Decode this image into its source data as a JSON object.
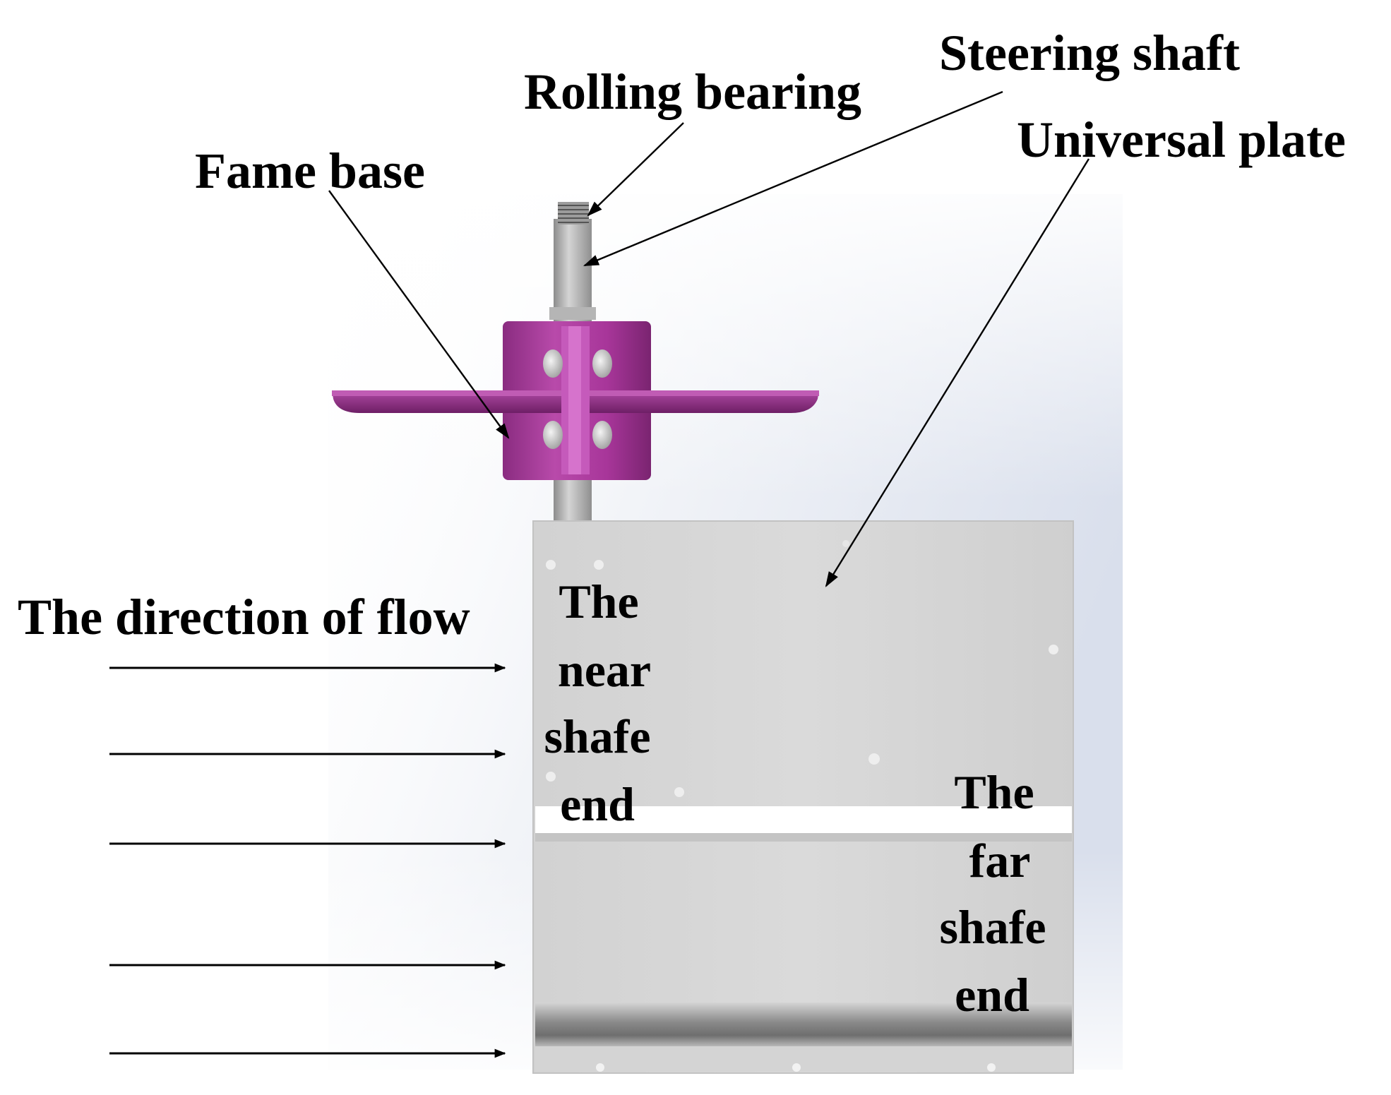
{
  "labels": {
    "rolling_bearing": "Rolling bearing",
    "steering_shaft": "Steering shaft",
    "universal_plate": "Universal plate",
    "frame_base": "Fame base",
    "flow_direction": "The direction of flow",
    "near_end": [
      "The",
      "near",
      "shafe",
      "end"
    ],
    "far_end": [
      "The",
      "far",
      "shafe",
      "end"
    ]
  },
  "colors": {
    "frame_base": "#a8329c",
    "plate": "#d6d6d6",
    "shaft": "#a9a9a9",
    "background_glow": "#dde2ef"
  },
  "flow_arrow_count": 5
}
